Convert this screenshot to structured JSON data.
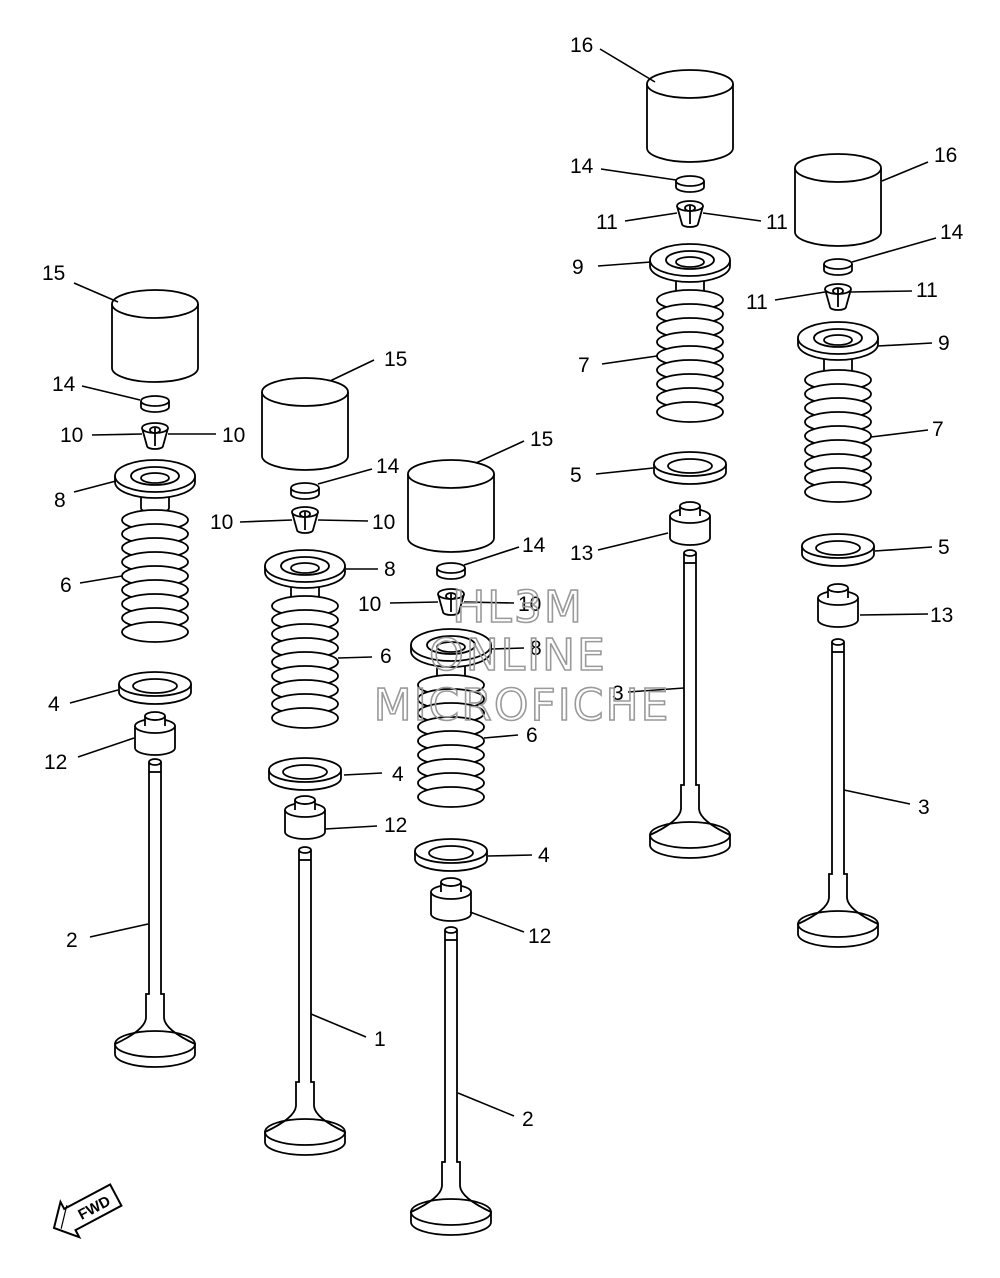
{
  "labels": {
    "c1_15": "15",
    "c1_14": "14",
    "c1_10a": "10",
    "c1_10b": "10",
    "c1_8": "8",
    "c1_6": "6",
    "c1_4": "4",
    "c1_12": "12",
    "c1_2": "2",
    "c2_15": "15",
    "c2_14": "14",
    "c2_10a": "10",
    "c2_10b": "10",
    "c2_8": "8",
    "c2_6": "6",
    "c2_4": "4",
    "c2_12": "12",
    "c2_1": "1",
    "c3_15": "15",
    "c3_14": "14",
    "c3_10a": "10",
    "c3_10b": "10",
    "c3_8": "8",
    "c3_6": "6",
    "c3_4": "4",
    "c3_12": "12",
    "c3_2": "2",
    "c4_16": "16",
    "c4_14": "14",
    "c4_11a": "11",
    "c4_11b": "11",
    "c4_9": "9",
    "c4_7": "7",
    "c4_5": "5",
    "c4_13": "13",
    "c4_3": "3",
    "c5_16": "16",
    "c5_14": "14",
    "c5_11a": "11",
    "c5_11b": "11",
    "c5_9": "9",
    "c5_7": "7",
    "c5_5": "5",
    "c5_13": "13",
    "c5_3": "3"
  },
  "watermark": {
    "line1": "HL3M",
    "line2": "ONLINE",
    "line3": "MICROFICHE"
  },
  "fwd_badge": "FWD",
  "colors": {
    "line": "#000000",
    "background": "#ffffff",
    "watermark": "#9a9a9a"
  }
}
